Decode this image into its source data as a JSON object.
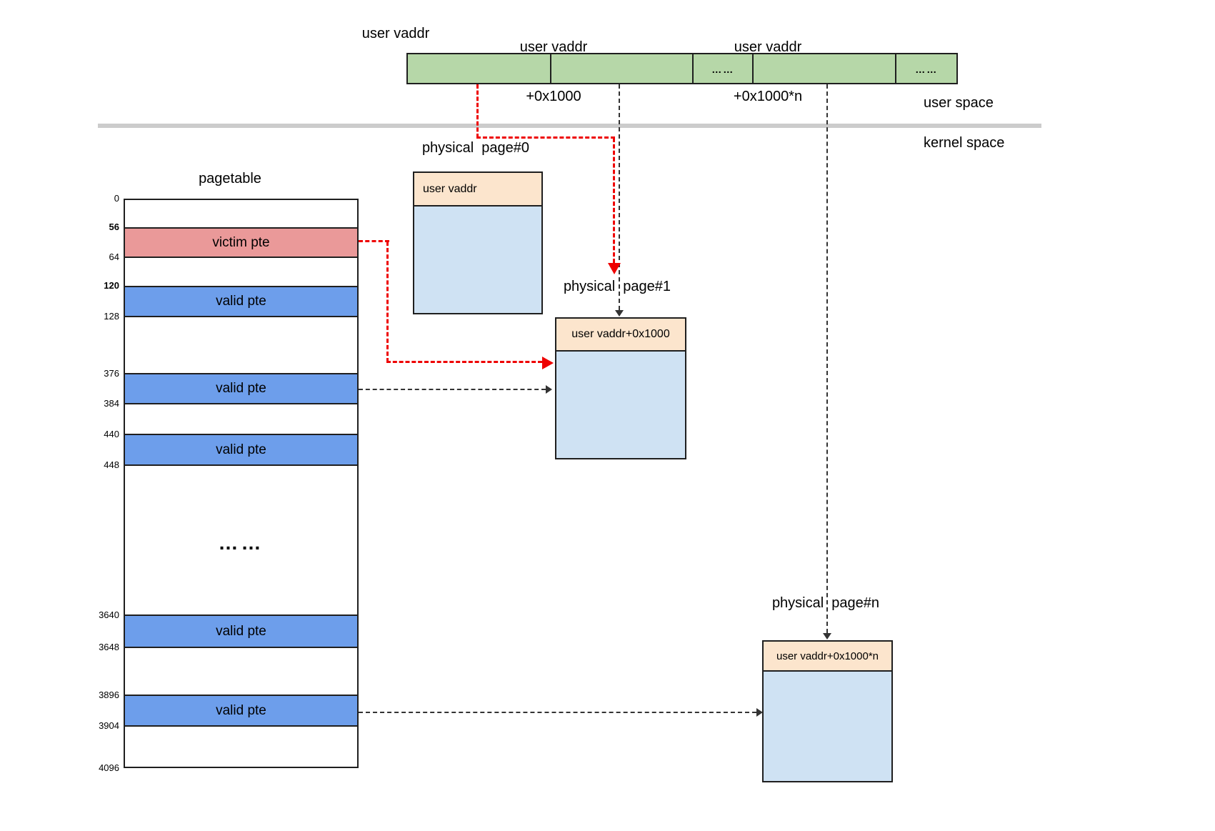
{
  "bar_labels": [
    {
      "line1": "user vaddr",
      "line2": ""
    },
    {
      "line1": "user vaddr",
      "line2": "+0x1000"
    },
    {
      "line1": "user vaddr",
      "line2": "+0x1000*n"
    }
  ],
  "bar": {
    "dots": "……"
  },
  "regions": {
    "user": "user space",
    "kernel": "kernel space"
  },
  "pagetable": {
    "title": "pagetable",
    "dots": "……",
    "ticks": [
      {
        "v": "0"
      },
      {
        "v": "56"
      },
      {
        "v": "64"
      },
      {
        "v": "120"
      },
      {
        "v": "128"
      },
      {
        "v": "376"
      },
      {
        "v": "384"
      },
      {
        "v": "440"
      },
      {
        "v": "448"
      },
      {
        "v": "3640"
      },
      {
        "v": "3648"
      },
      {
        "v": "3896"
      },
      {
        "v": "3904"
      },
      {
        "v": "4096"
      }
    ],
    "rows": [
      {
        "label": "victim pte"
      },
      {
        "label": "valid pte"
      },
      {
        "label": "valid pte"
      },
      {
        "label": "valid pte"
      },
      {
        "label": "valid pte"
      },
      {
        "label": "valid pte"
      }
    ]
  },
  "pages": [
    {
      "title": "physical  page#0",
      "header": "user vaddr"
    },
    {
      "title": "physical  page#1",
      "header": "user vaddr+0x1000"
    },
    {
      "title": "physical  page#n",
      "header": "user vaddr+0x1000*n"
    }
  ],
  "colors": {
    "bar_fill": "#b6d7a8",
    "victim_fill": "#ea9999",
    "valid_fill": "#6d9eeb",
    "page_header_fill": "#fce5cd",
    "page_body_fill": "#cfe2f3",
    "divider_gray": "#cccccc",
    "arrow_red": "#ee0000",
    "line_black": "#333333"
  }
}
